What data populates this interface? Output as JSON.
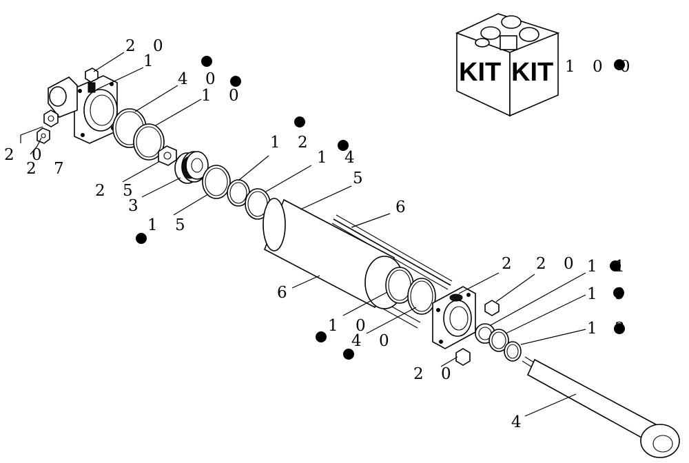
{
  "diagram": {
    "kit_label": "KIT",
    "callouts": {
      "c20_top": "2 0",
      "c1": "1",
      "c40_top": "4 0",
      "c10_top": "1 0",
      "c20_left": "2 0",
      "c27": "2 7",
      "c25": "2 5",
      "c3": "3",
      "c12": "1 2",
      "c14": "1 4",
      "c5": "5",
      "c6_top": "6",
      "c15": "1 5",
      "c100": "1 0 0",
      "c2": "2",
      "c20_mid": "2 0",
      "c11": "1 1",
      "c19": "1 9",
      "c13": "1 3",
      "c6_left": "6",
      "c10_bottom": "1 0",
      "c40_bottom": "4 0",
      "c20_bottom": "2 0",
      "c4": "4"
    }
  }
}
